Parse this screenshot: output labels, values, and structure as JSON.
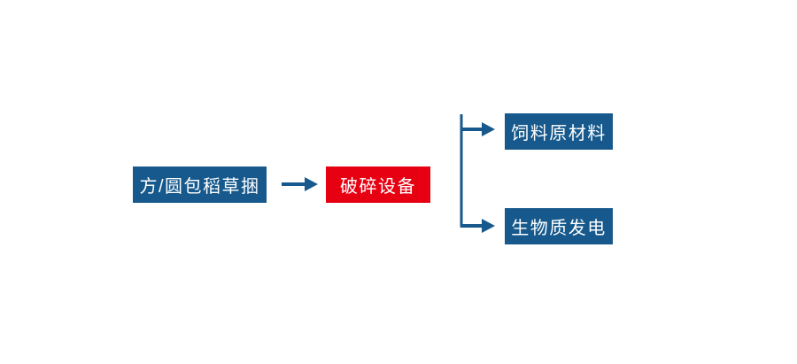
{
  "diagram": {
    "type": "flowchart",
    "nodes": [
      {
        "id": "straw-bale",
        "label": "方/圆包稻草捆",
        "fill": "#17598c",
        "text_color": "#ffffff"
      },
      {
        "id": "crusher",
        "label": "破碎设备",
        "fill": "#e60012",
        "text_color": "#ffffff"
      },
      {
        "id": "feed-material",
        "label": "饲料原材料",
        "fill": "#17598c",
        "text_color": "#ffffff"
      },
      {
        "id": "biomass-power",
        "label": "生物质发电",
        "fill": "#17598c",
        "text_color": "#ffffff"
      }
    ],
    "edges": [
      {
        "from": "straw-bale",
        "to": "crusher"
      },
      {
        "from": "crusher",
        "to": "feed-material"
      },
      {
        "from": "crusher",
        "to": "biomass-power"
      }
    ],
    "colors": {
      "node_blue": "#17598c",
      "node_red": "#e60012",
      "connector": "#17598c",
      "background": "#ffffff"
    }
  }
}
